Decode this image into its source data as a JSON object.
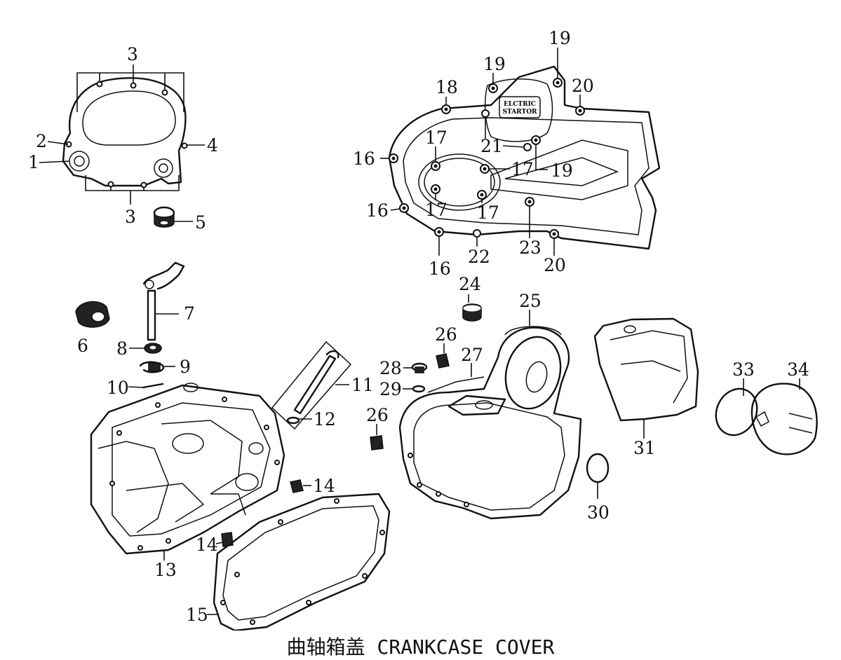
{
  "caption": "曲轴箱盖 CRANKCASE COVER",
  "starter_badge": {
    "line1": "ELCTRIC",
    "line2": "STARTOR"
  },
  "callouts": [
    {
      "id": "c1",
      "text": "1"
    },
    {
      "id": "c2",
      "text": "2"
    },
    {
      "id": "c3a",
      "text": "3"
    },
    {
      "id": "c3b",
      "text": "3"
    },
    {
      "id": "c4",
      "text": "4"
    },
    {
      "id": "c5",
      "text": "5"
    },
    {
      "id": "c6",
      "text": "6"
    },
    {
      "id": "c7",
      "text": "7"
    },
    {
      "id": "c8",
      "text": "8"
    },
    {
      "id": "c9",
      "text": "9"
    },
    {
      "id": "c10",
      "text": "10"
    },
    {
      "id": "c11",
      "text": "11"
    },
    {
      "id": "c12",
      "text": "12"
    },
    {
      "id": "c13",
      "text": "13"
    },
    {
      "id": "c14a",
      "text": "14"
    },
    {
      "id": "c14b",
      "text": "14"
    },
    {
      "id": "c15",
      "text": "15"
    },
    {
      "id": "c16a",
      "text": "16"
    },
    {
      "id": "c16b",
      "text": "16"
    },
    {
      "id": "c16c",
      "text": "16"
    },
    {
      "id": "c17a",
      "text": "17"
    },
    {
      "id": "c17b",
      "text": "17"
    },
    {
      "id": "c17c",
      "text": "17"
    },
    {
      "id": "c17d",
      "text": "17"
    },
    {
      "id": "c18",
      "text": "18"
    },
    {
      "id": "c19a",
      "text": "19"
    },
    {
      "id": "c19b",
      "text": "19"
    },
    {
      "id": "c19c",
      "text": "19"
    },
    {
      "id": "c20a",
      "text": "20"
    },
    {
      "id": "c20b",
      "text": "20"
    },
    {
      "id": "c21",
      "text": "21"
    },
    {
      "id": "c22",
      "text": "22"
    },
    {
      "id": "c23",
      "text": "23"
    },
    {
      "id": "c24",
      "text": "24"
    },
    {
      "id": "c25",
      "text": "25"
    },
    {
      "id": "c26a",
      "text": "26"
    },
    {
      "id": "c26b",
      "text": "26"
    },
    {
      "id": "c27",
      "text": "27"
    },
    {
      "id": "c28",
      "text": "28"
    },
    {
      "id": "c29",
      "text": "29"
    },
    {
      "id": "c30",
      "text": "30"
    },
    {
      "id": "c31",
      "text": "31"
    },
    {
      "id": "c33",
      "text": "33"
    },
    {
      "id": "c34",
      "text": "34"
    }
  ]
}
